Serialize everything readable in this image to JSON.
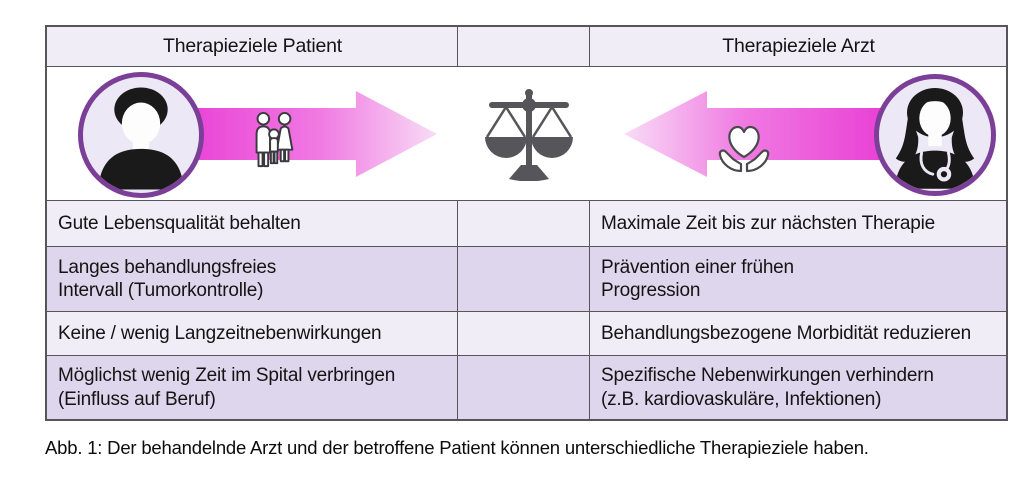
{
  "figure": {
    "header": {
      "left": "Therapieziele Patient",
      "middle": "",
      "right": "Therapieziele Arzt"
    },
    "rows": [
      {
        "left": "Gute Lebensqualität behalten",
        "right": "Maximale Zeit bis zur nächsten Therapie"
      },
      {
        "left": "Langes behandlungsfreies\nIntervall (Tumorkontrolle)",
        "right": "Prävention einer frühen\nProgression"
      },
      {
        "left": "Keine / wenig Langzeitnebenwirkungen",
        "right": "Behandlungsbezogene Morbidität reduzieren"
      },
      {
        "left": "Möglichst wenig Zeit im Spital verbringen\n(Einfluss auf Beruf)",
        "right": "Spezifische Nebenwirkungen verhindern\n(z.B. kardiovaskuläre, Infektionen)"
      }
    ],
    "caption": "Abb. 1: Der behandelnde Arzt und der betroffene Patient können unterschiedliche Therapieziele haben.",
    "icons": {
      "left_avatar": "patient-avatar",
      "left_arrow": "arrow-patient-to-center",
      "family": "family-icon",
      "center": "balance-scale-icon",
      "heart_hands": "heart-in-hands-icon",
      "right_arrow": "arrow-doctor-to-center",
      "right_avatar": "doctor-avatar"
    },
    "colors": {
      "row_light": "#f0edf7",
      "row_dark": "#ded6ec",
      "border_gray": "#55555a",
      "accent_purple": "#7b3f98",
      "arrow_magenta": "#e93ed4",
      "arrow_pale": "#f8dcf6",
      "icon_gray": "#4a4a4e"
    }
  }
}
